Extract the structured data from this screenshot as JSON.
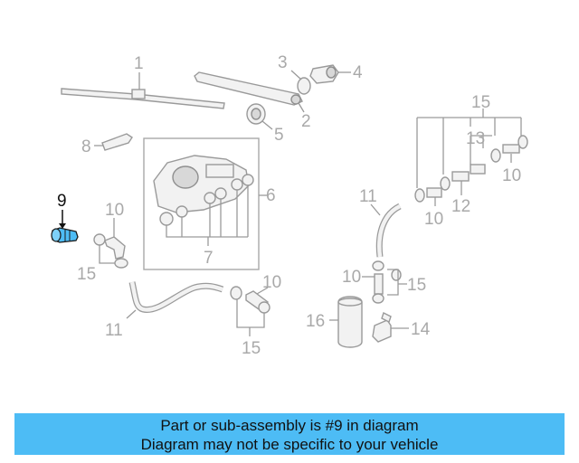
{
  "diagram": {
    "highlight_color": "#4dbcf5",
    "highlighted_part": "9",
    "labels": {
      "p1": "1",
      "p2": "2",
      "p3": "3",
      "p4": "4",
      "p5": "5",
      "p6": "6",
      "p7": "7",
      "p8": "8",
      "p9": "9",
      "p10a": "10",
      "p10b": "10",
      "p10c": "10",
      "p10d": "10",
      "p10e": "10",
      "p11a": "11",
      "p11b": "11",
      "p12": "12",
      "p13": "13",
      "p14": "14",
      "p15a": "15",
      "p15b": "15",
      "p15c": "15",
      "p15d": "15",
      "p16": "16"
    }
  },
  "caption": {
    "line1": "Part or sub-assembly is #9 in diagram",
    "line2": "Diagram may not be specific to your vehicle"
  }
}
